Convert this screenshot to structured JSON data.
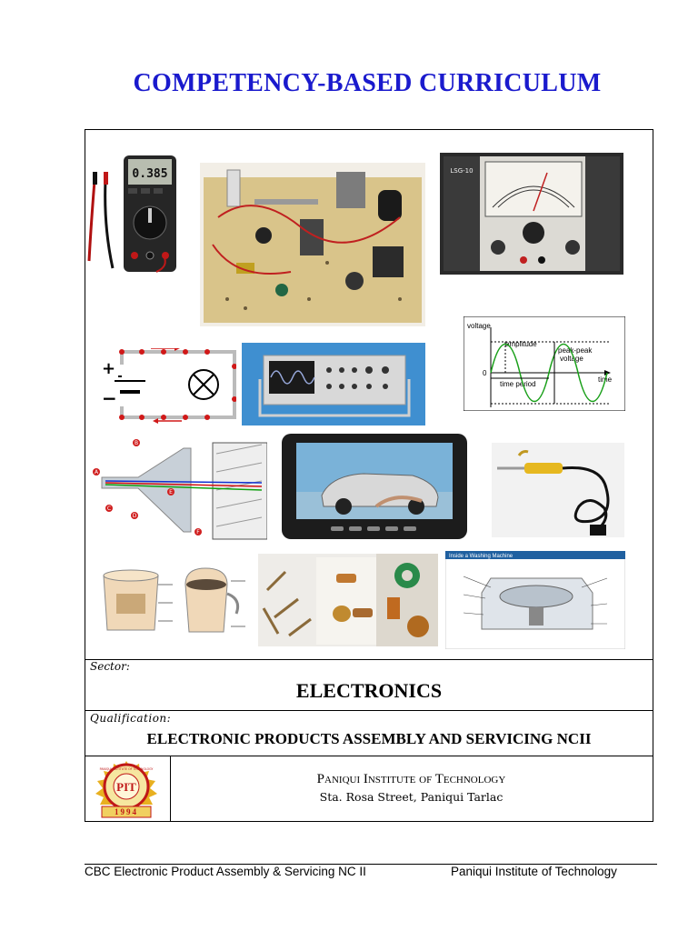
{
  "document": {
    "title": "COMPETENCY-BASED CURRICULUM",
    "title_color": "#1a1acd"
  },
  "photo_collage": {
    "items": [
      "multimeter",
      "circuit-board",
      "signal-generator",
      "battery-lamp-circuit",
      "oscilloscope",
      "sine-wave-diagram",
      "crt-diagram",
      "portable-tv",
      "soldering-iron",
      "appliance-diagrams",
      "electronic-components",
      "washing-machine-diagram"
    ],
    "multimeter_reading": "0.385",
    "generator_label": "LSG-10",
    "wave_labels": {
      "voltage": "voltage",
      "amplitude": "amplitude",
      "peak_peak": "peak-peak",
      "voltage2": "voltage",
      "zero": "0",
      "time": "time",
      "time_period": "time period"
    },
    "crt_labels": [
      "A",
      "B",
      "C",
      "D",
      "E",
      "F"
    ],
    "washing_title": "Inside a Washing Machine"
  },
  "sector": {
    "label": "Sector:",
    "value": "ELECTRONICS"
  },
  "qualification": {
    "label": "Qualification:",
    "value": "ELECTRONIC PRODUCTS ASSEMBLY AND SERVICING NCII"
  },
  "institution": {
    "name": "Paniqui Institute of Technology",
    "address": "Sta. Rosa Street, Paniqui Tarlac",
    "logo_text": "PIT",
    "logo_ring": "PANIQUI INSTITUTE OF TECHNOLOGY",
    "logo_year": "1994"
  },
  "footer": {
    "left": "CBC Electronic Product Assembly & Servicing NC II",
    "right": "Paniqui Institute of Technology"
  }
}
